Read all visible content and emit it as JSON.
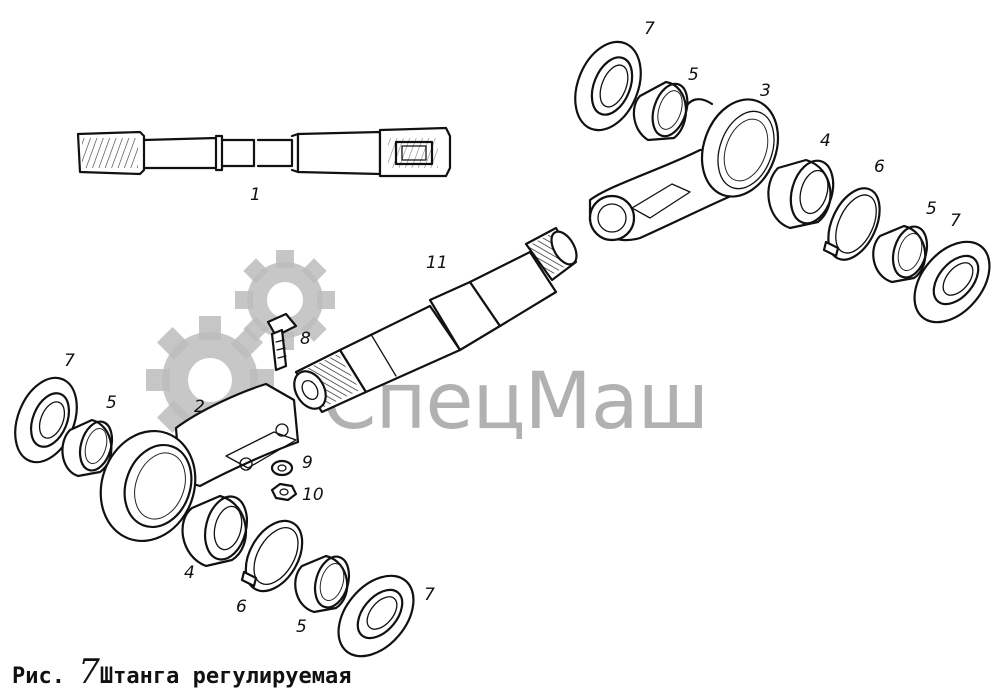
{
  "watermark": {
    "text": "СпецМаш"
  },
  "callouts": {
    "n1": "1",
    "n2": "2",
    "n3": "3",
    "n4": "4",
    "n5": "5",
    "n6": "6",
    "n7": "7",
    "n8": "8",
    "n9": "9",
    "n10": "10",
    "n11": "11"
  },
  "caption": {
    "prefix": "Рис.",
    "figure": "7",
    "title": "Штанга регулируемая"
  }
}
